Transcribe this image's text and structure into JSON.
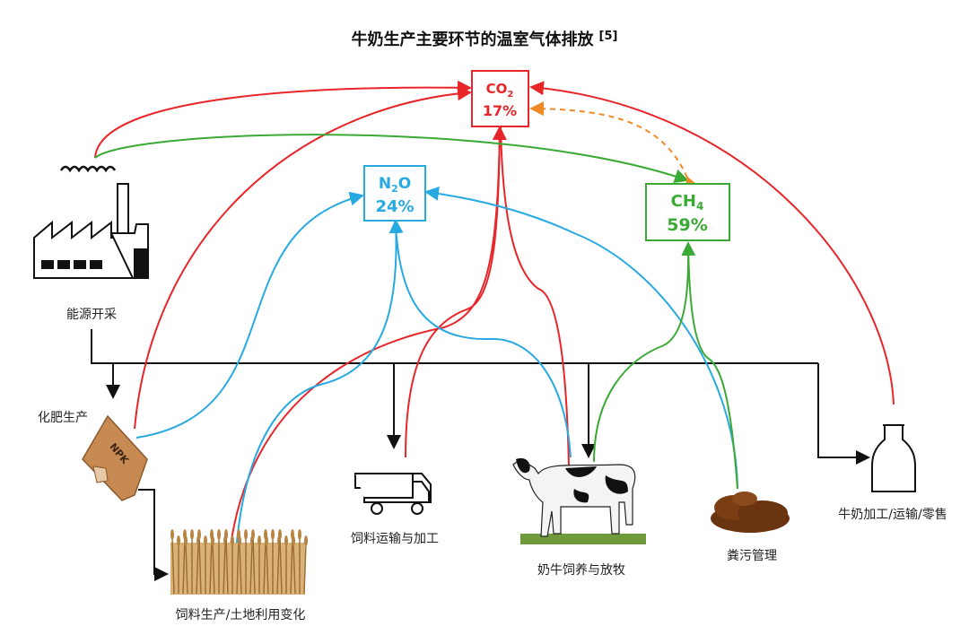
{
  "title": "牛奶生产主要环节的温室气体排放",
  "title_ref": "[5]",
  "gases": {
    "co2": {
      "formula": "CO",
      "sub": "2",
      "share": "17%",
      "color": "#e8262a"
    },
    "n2o": {
      "formula_a": "N",
      "sub": "2",
      "formula_b": "O",
      "share": "24%",
      "color": "#27a9e1"
    },
    "ch4": {
      "formula": "CH",
      "sub": "4",
      "share": "59%",
      "color": "#3aaa35"
    }
  },
  "stages": {
    "energy": "能源开采",
    "fertilizer": "化肥生产",
    "npk": "NPK",
    "feed_production": "饲料生产/土地利用变化",
    "feed_transport": "饲料运输与加工",
    "dairy_cows": "奶牛饲养与放牧",
    "manure": "粪污管理",
    "milk": "牛奶加工/运输/零售"
  },
  "colors": {
    "co2": "#e8262a",
    "n2o": "#27a9e1",
    "ch4": "#3aaa35",
    "flow": "#111111",
    "link": "#f08a24"
  }
}
